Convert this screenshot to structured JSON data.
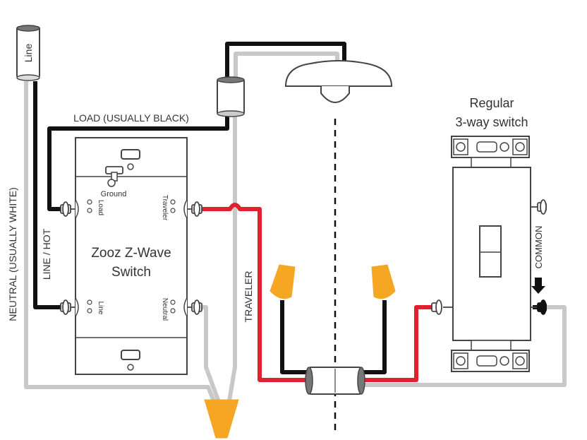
{
  "labels": {
    "line": "Line",
    "load_wire": "LOAD (USUALLY BLACK)",
    "neutral_wire": "NEUTRAL (USUALLY WHITE)",
    "line_hot": "LINE / HOT",
    "traveler_wire": "TRAVELER",
    "common": "COMMON",
    "regular_switch_line1": "Regular",
    "regular_switch_line2": "3-way switch",
    "zooz_line1": "Zooz Z-Wave",
    "zooz_line2": "Switch",
    "term_ground": "Ground",
    "term_load": "Load",
    "term_line": "Line",
    "term_traveler": "Traveler",
    "term_neutral": "Neutral"
  },
  "colors": {
    "hot": "#111111",
    "neutral": "#c8c8c8",
    "traveler": "#e0202e",
    "wire_nut": "#f5a623",
    "outline": "#444444"
  }
}
